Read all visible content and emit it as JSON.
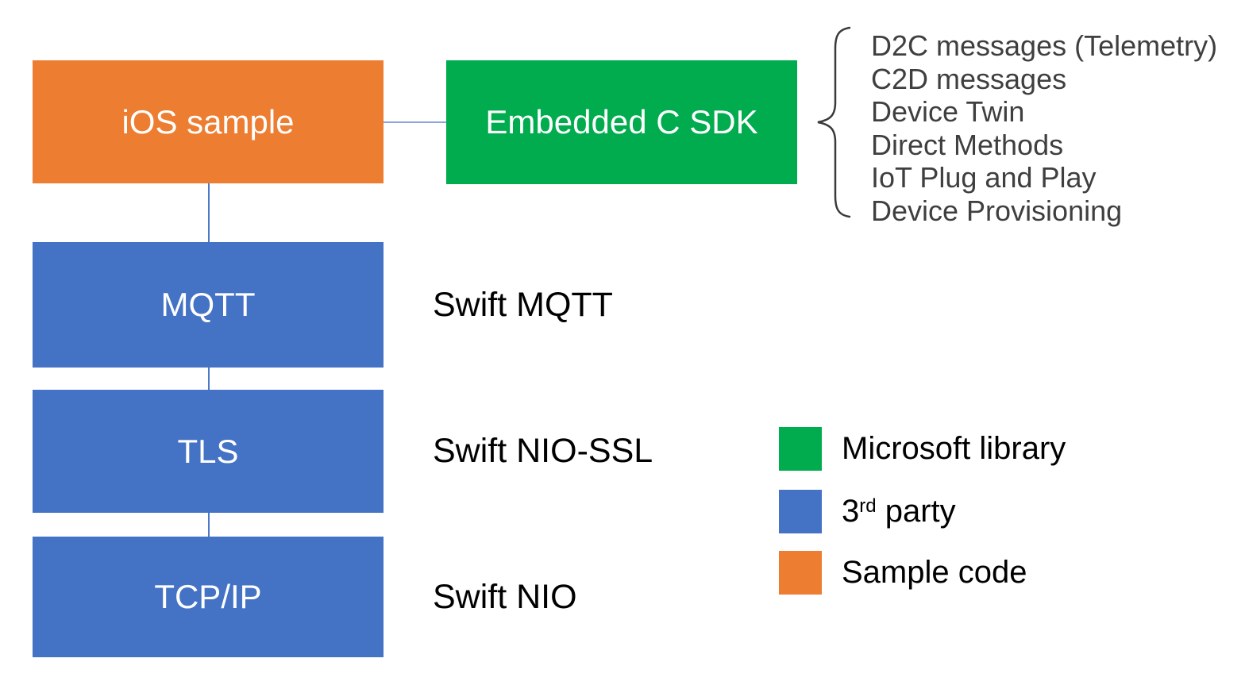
{
  "diagram": {
    "boxes": {
      "ios_sample": {
        "label": "iOS sample",
        "color": "#ED7D31"
      },
      "embedded_c_sdk": {
        "label": "Embedded C SDK",
        "color": "#00AC4E"
      },
      "mqtt": {
        "label": "MQTT",
        "color": "#4472C4"
      },
      "tls": {
        "label": "TLS",
        "color": "#4472C4"
      },
      "tcpip": {
        "label": "TCP/IP",
        "color": "#4472C4"
      }
    },
    "side_labels": {
      "mqtt": "Swift MQTT",
      "tls": "Swift NIO-SSL",
      "tcpip": "Swift NIO"
    },
    "sdk_features": [
      "D2C messages (Telemetry)",
      "C2D messages",
      "Device Twin",
      "Direct Methods",
      "IoT Plug and Play",
      "Device Provisioning"
    ]
  },
  "legend": {
    "items": [
      {
        "label": "Microsoft library",
        "color": "#00AC4E"
      },
      {
        "label_base": "3",
        "label_sup": "rd",
        "label_rest": " party",
        "color": "#4472C4"
      },
      {
        "label": "Sample code",
        "color": "#ED7D31"
      }
    ]
  },
  "colors": {
    "connector_horizontal": "#8CA5D8",
    "connector_vertical": "#4C79C7",
    "feature_text": "#3f3f3f",
    "label_text": "#000000",
    "box_text": "#ffffff"
  }
}
